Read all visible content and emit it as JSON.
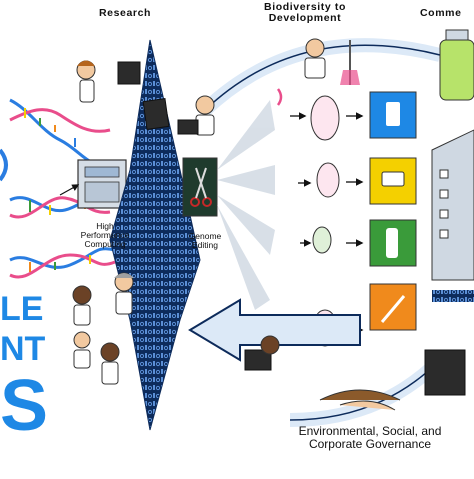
{
  "headings": {
    "research": "Research",
    "biodiversity_line1": "Biodiversity to",
    "biodiversity_line2": "Development",
    "commercial": "Comme"
  },
  "labels": {
    "hpc_line1": "High",
    "hpc_line2": "Performance",
    "hpc_line3": "Computing",
    "genome_line1": "Genome",
    "genome_line2": "Editing",
    "esg_line1": "Environmental, Social, and",
    "esg_line2": "Corporate Governance"
  },
  "brand_text": {
    "line1": "LE",
    "line2": "NT",
    "line3": "S"
  },
  "product_icons": [
    "cell-culture-can-icon",
    "battery-icon",
    "plant-bottle-icon",
    "broom-icon"
  ],
  "colors": {
    "accent_blue": "#1e88e5",
    "dark_navy": "#0d2b5b",
    "product_blue": "#1e88e5",
    "product_yellow": "#f4d000",
    "product_green": "#3a9b3a",
    "product_orange": "#f08a1c",
    "skin": "#f2c9a0",
    "arrow_light": "#dce9f7"
  }
}
